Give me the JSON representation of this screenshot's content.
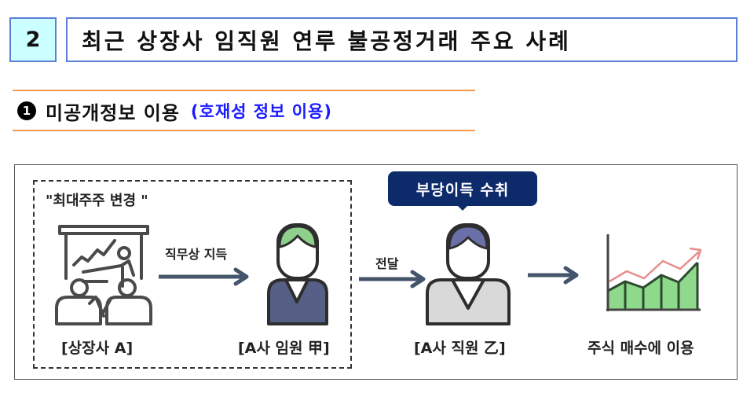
{
  "section": {
    "number": "2",
    "title": "최근 상장사 임직원 연루 불공정거래 주요 사례"
  },
  "subsection": {
    "bullet": "1",
    "title": "미공개정보 이용",
    "qualifier": "(호재성 정보 이용)"
  },
  "diagram": {
    "group_caption": "\"최대주주 변경 \"",
    "badge": "부당이득 수취",
    "nodes": [
      {
        "label": "[상장사 A]",
        "icon": "presentation-meeting-icon"
      },
      {
        "label": "[A사 임원 甲]",
        "icon": "executive-person-icon"
      },
      {
        "label": "[A사 직원 乙]",
        "icon": "employee-person-icon"
      },
      {
        "label": "주식 매수에 이용",
        "icon": "stock-chart-icon"
      }
    ],
    "edges": [
      {
        "label": "직무상 지득"
      },
      {
        "label": "전달"
      },
      {
        "label": ""
      }
    ],
    "colors": {
      "arrow": "#44546a",
      "executive_hair": "#8fd18c",
      "executive_body": "#565f85",
      "employee_hair": "#6b6fa8",
      "employee_body": "#d9d9d9",
      "chart_fill": "#8fd98c",
      "chart_trend": "#e98c8c",
      "badge_bg": "#0d2b6b"
    }
  }
}
